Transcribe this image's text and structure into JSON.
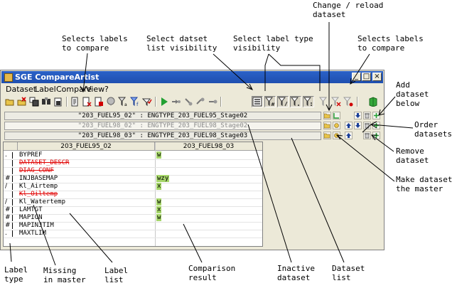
{
  "annotations": {
    "selects_labels_left": "Selects labels\nto compare",
    "select_dataset_list": "Select datset\nlist visibility",
    "select_label_type": "Select label type\nvisibility",
    "change_reload": "Change / reload\ndataset",
    "selects_labels_right": "Selects labels\nto compare",
    "add_dataset": "Add\ndataset\nbelow",
    "order_datasets": "Order\ndatasets",
    "remove_dataset": "Remove\ndataset",
    "make_master": "Make dataset\nthe master",
    "label_type": "Label\ntype",
    "missing_in_master": "Missing\nin master",
    "label_list": "Label\nlist",
    "comparison_result": "Comparison\nresult",
    "inactive_dataset": "Inactive\ndataset",
    "dataset_list": "Dataset\nlist"
  },
  "window": {
    "title": "SGE CompareArtist",
    "minimize_label": "_",
    "maximize_label": "□",
    "close_label": "×"
  },
  "menu": {
    "items": [
      "Dataset",
      "Label",
      "Compare",
      "View",
      "?"
    ]
  },
  "datasets": {
    "rows": [
      {
        "text": "\"203_FUEL95_02\" : ENGTYPE_203_FUEL95_Stage02",
        "inactive": false
      },
      {
        "text": "\"203_FUEL98_02\" : ENGTYPE_203_FUEL98_Stage02",
        "inactive": true
      },
      {
        "text": "\"203_FUEL98_03\" : ENGTYPE_203_FUEL98_Stage03",
        "inactive": false
      }
    ]
  },
  "table": {
    "columns": [
      "203_FUEL95_02",
      "203_FUEL98_03"
    ],
    "rows": [
      {
        "flag": ".",
        "label": "BYPREF",
        "missing": false,
        "result": "w"
      },
      {
        "flag": "",
        "label": "DATASET_DESCR",
        "missing": true,
        "result": ""
      },
      {
        "flag": "",
        "label": "DIAG_CONF",
        "missing": true,
        "result": ""
      },
      {
        "flag": "#",
        "label": "INJBASEMAP",
        "missing": false,
        "result": "wzy"
      },
      {
        "flag": "/",
        "label": "Kl_Airtemp",
        "missing": false,
        "result": "x"
      },
      {
        "flag": "",
        "label": "Kl_Oiltemp",
        "missing": true,
        "result": ""
      },
      {
        "flag": "/",
        "label": "Kl_Watertemp",
        "missing": false,
        "result": "w"
      },
      {
        "flag": "#",
        "label": "LAMTGT",
        "missing": false,
        "result": "x"
      },
      {
        "flag": "#",
        "label": "MAPIGN",
        "missing": false,
        "result": "w"
      },
      {
        "flag": "#",
        "label": "MAPINJTIM",
        "missing": false,
        "result": ""
      },
      {
        "flag": ".",
        "label": "MAXTLIM",
        "missing": false,
        "result": ""
      }
    ]
  },
  "toolbar_icons": [
    "open-folder-icon",
    "close-dataset-icon",
    "select-all-icon",
    "compare-icon",
    "filter-dataset-icon",
    "document-icon",
    "document-remove-icon",
    "document-red-icon",
    "balloon-icon",
    "filter-a-icon",
    "filter-f-icon",
    "check-filter-icon",
    "run-icon",
    "step-icon",
    "step-down-icon",
    "step-right-icon",
    "step-end-icon",
    "dataset-list-toggle-icon",
    "filter-hash-icon",
    "filter-slash-icon",
    "filter-dot-icon",
    "filter-colon-icon",
    "filter-clear-icon",
    "filter-x-icon",
    "filter-red-icon",
    "book-icon"
  ],
  "colors": {
    "title_bar": "#2b62c8",
    "missing_label": "#e00000",
    "result_highlight": "#a6d66a",
    "window_face": "#ece9d8"
  }
}
